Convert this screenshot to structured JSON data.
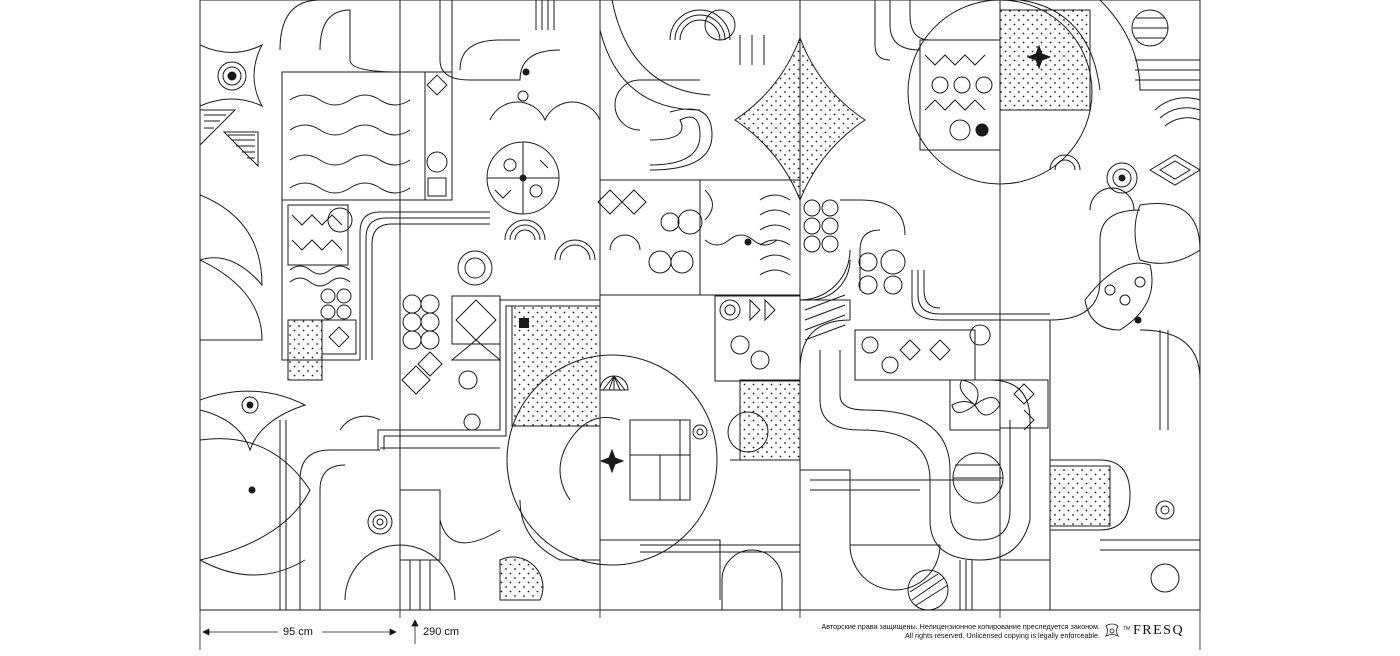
{
  "dimensions": {
    "width_label": "95 cm",
    "height_label": "290 cm"
  },
  "copyright": {
    "line_ru": "Авторские права защищены. Нелицензионное копирование преследуется законом.",
    "line_en": "All rights reserved. Unlicensed copying is legally enforceable."
  },
  "brand": {
    "name": "FRESQ",
    "trademark": "TM",
    "emblem": "eagle-emblem-icon"
  },
  "colors": {
    "line": "#1a1a1a",
    "background": "#ffffff"
  }
}
